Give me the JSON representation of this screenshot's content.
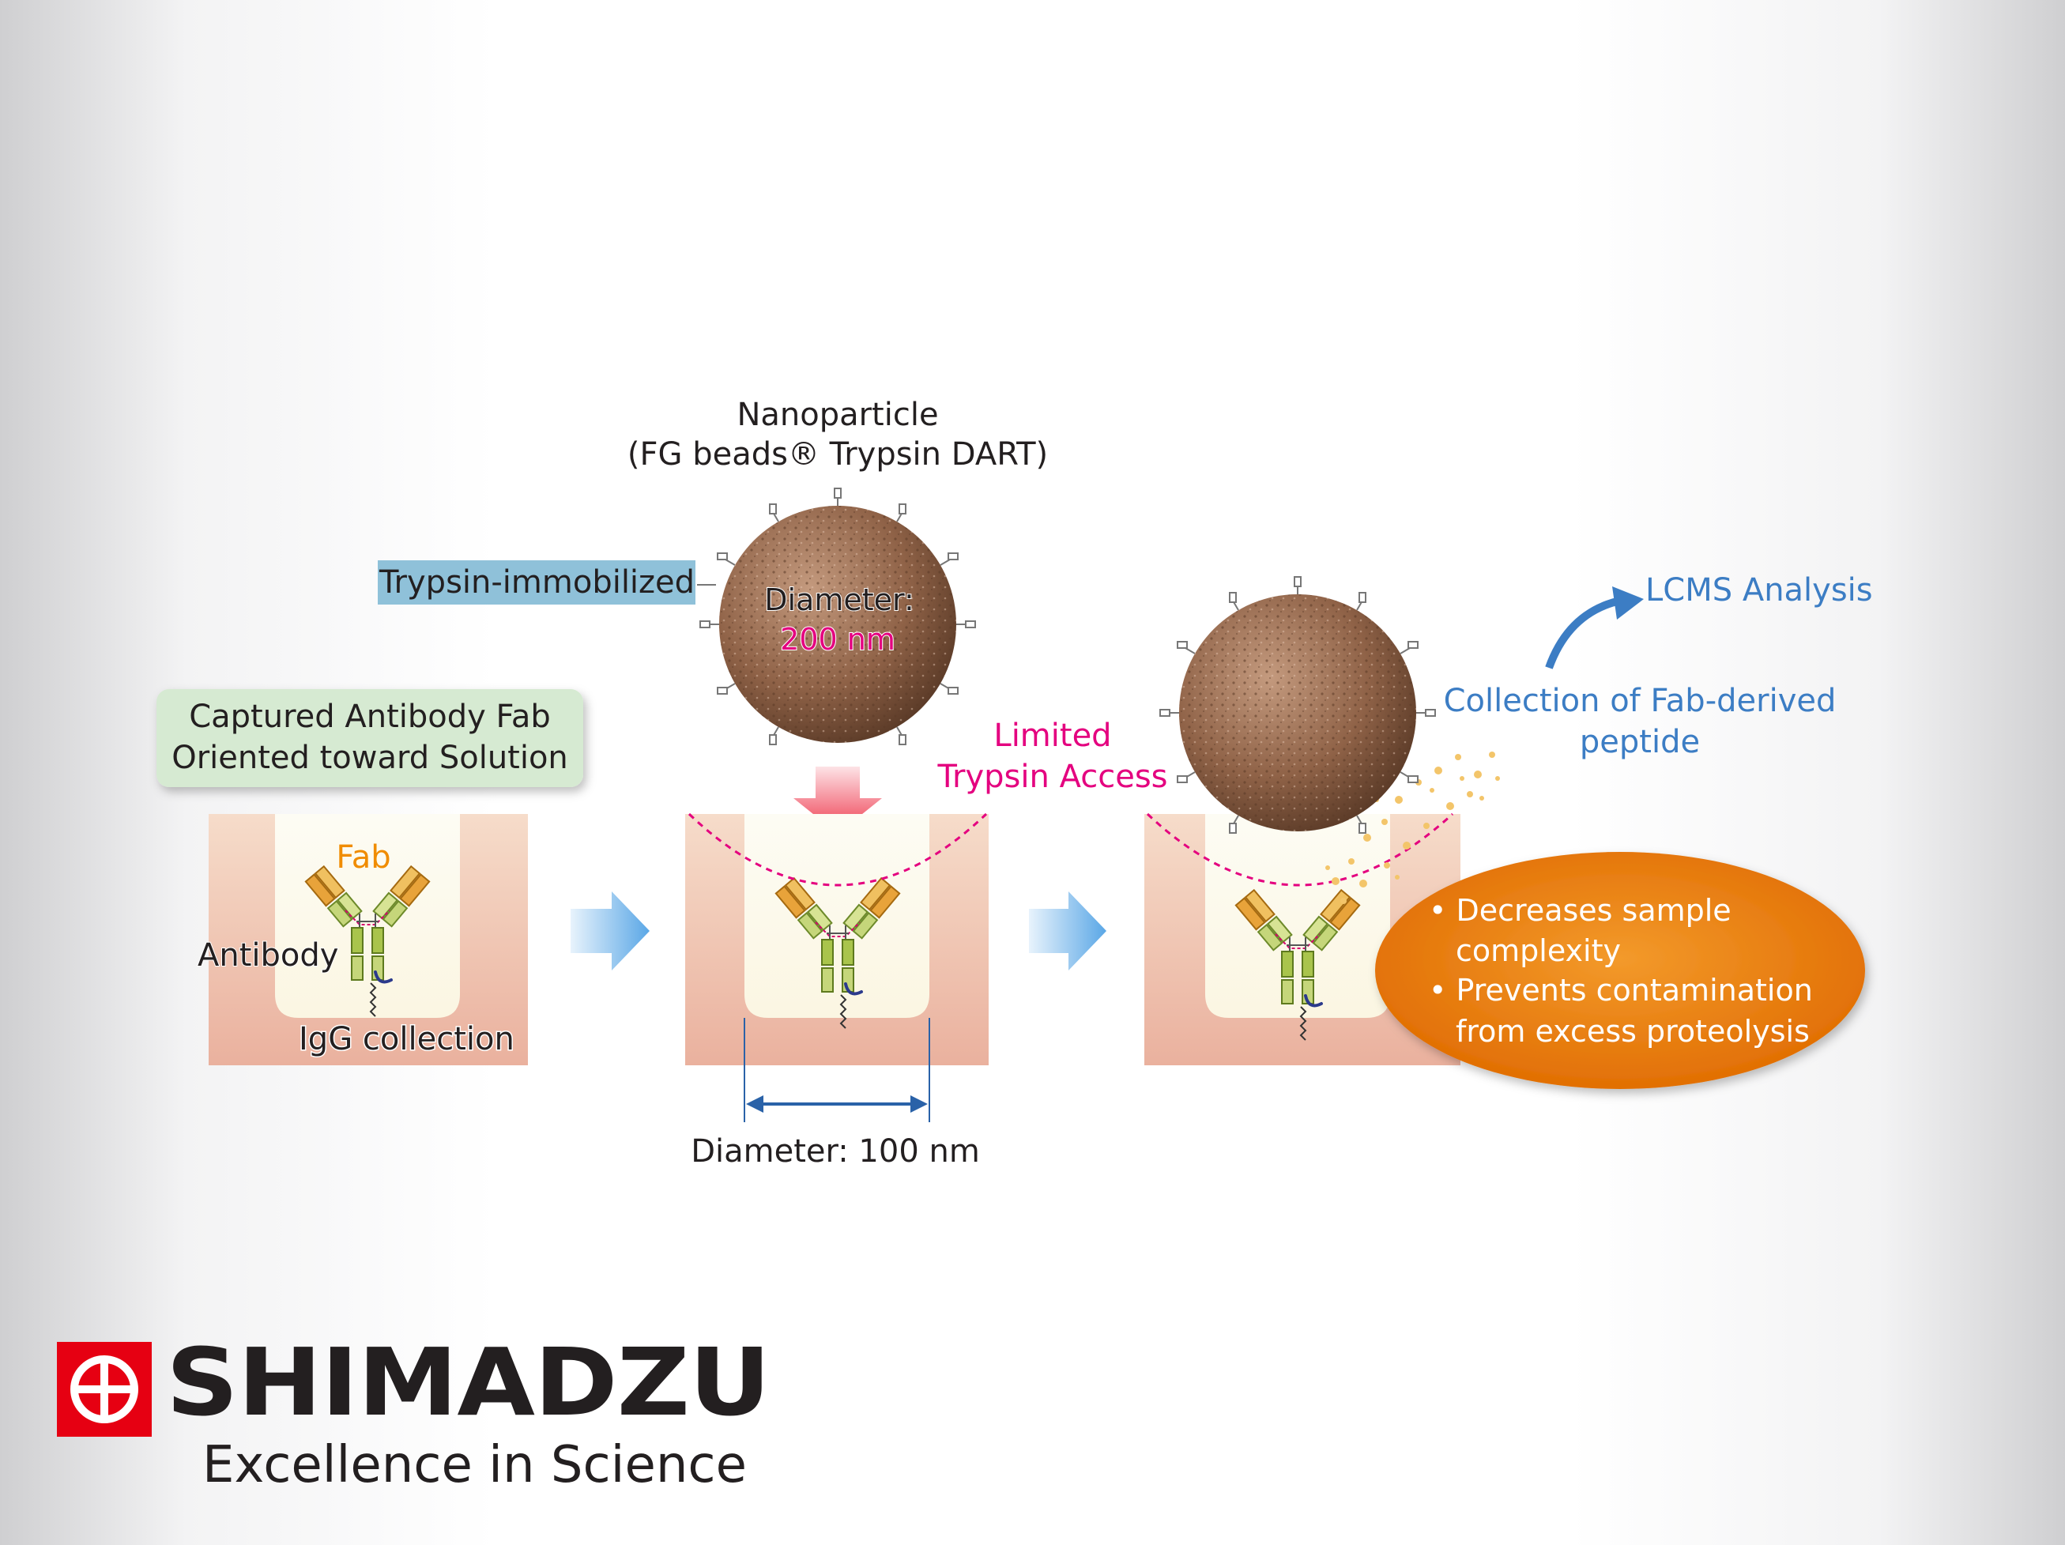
{
  "nanoparticle": {
    "title_line1": "Nanoparticle",
    "title_line2": "(FG beads® Trypsin DART)",
    "diameter_label": "Diameter:",
    "diameter_value": "200 nm"
  },
  "trypsin_label": "Trypsin-immobilized",
  "captured_box": {
    "line1": "Captured Antibody Fab",
    "line2": "Oriented toward Solution"
  },
  "pore_labels": {
    "fab": "Fab",
    "antibody": "Antibody",
    "igg": "IgG collection"
  },
  "limited_access": {
    "line1": "Limited",
    "line2": "Trypsin Access"
  },
  "pore_diameter_label": "Diameter: 100 nm",
  "lcms_label": "LCMS Analysis",
  "collection": {
    "line1": "Collection of Fab-derived",
    "line2": "peptide"
  },
  "benefits": {
    "b1_line1": "• Decreases sample",
    "b1_line2": "complexity",
    "b2_line1": "• Prevents contamination",
    "b2_line2": "from excess proteolysis"
  },
  "brand": {
    "name": "SHIMADZU",
    "tagline": "Excellence in Science"
  },
  "colors": {
    "accent_red": "#e4007f",
    "accent_blue": "#3c7dc4",
    "accent_orange": "#f07c00",
    "fab_orange": "#f08c00",
    "brand_red": "#e60012"
  }
}
